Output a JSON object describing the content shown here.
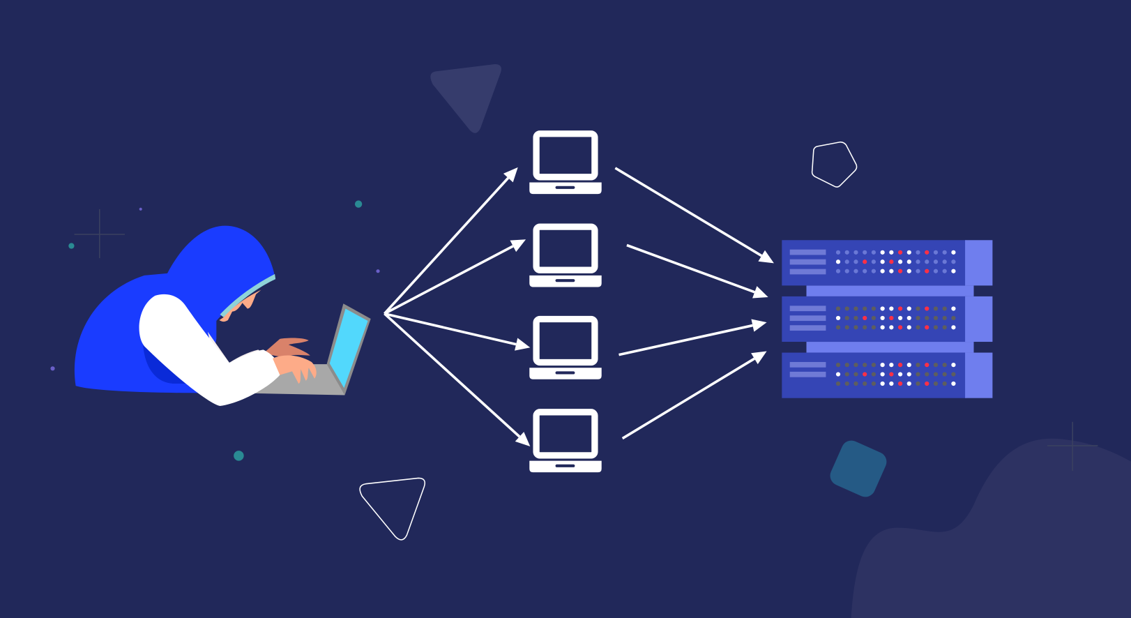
{
  "scene": {
    "subject": "ddos-attack-illustration",
    "icons": [
      "hacker-figure",
      "attacker-laptop-icon",
      "laptop-icon",
      "server-rack-icon",
      "arrow-icon"
    ],
    "bot_count": 4,
    "server_unit_count": 3
  },
  "colors": {
    "background": "#21285a",
    "hood": "#1a3cff",
    "hood_shadow": "#0a2ad8",
    "sleeve": "#ffffff",
    "skin": "#fdab88",
    "skin_dark": "#d9826a",
    "laptop_screen": "#52d8fc",
    "laptop_body": "#a8a8a8",
    "server_body": "#3545b5",
    "server_accent": "#6f7eee",
    "server_label": "#6f7ad6",
    "led_on": "#ffffff",
    "led_alert": "#ff3045",
    "led_dim_blue": "#6a78d6",
    "led_dim_gray": "#5e5e5e",
    "teal_shape": "#255a85",
    "blob": "#2d3262"
  },
  "server_led_patterns": {
    "row_a": "dddddwwrwdrddw",
    "row_b": "wddrdwrwwddddd"
  }
}
